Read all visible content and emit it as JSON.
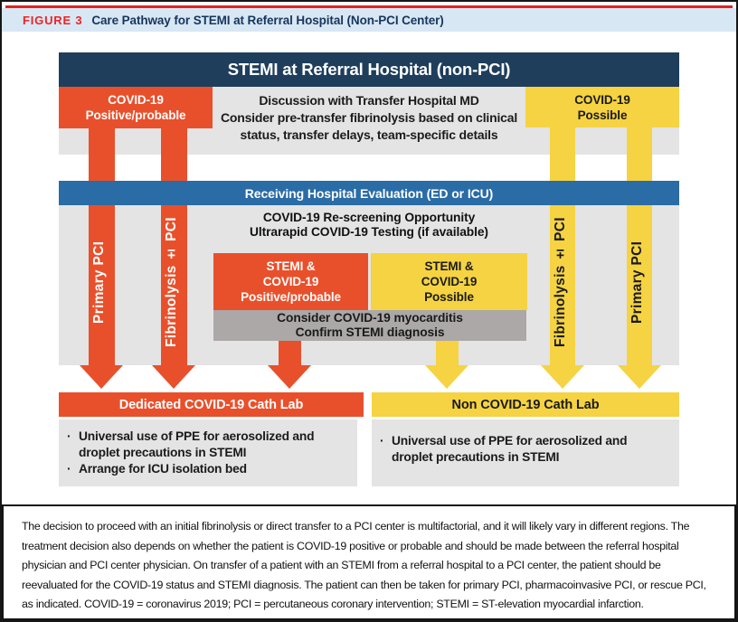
{
  "header": {
    "figure_label": "FIGURE 3",
    "title": "Care Pathway for STEMI at Referral Hospital (Non-PCI Center)"
  },
  "colors": {
    "accent_red_orange": "#e8502c",
    "accent_yellow": "#f5d342",
    "navy_banner": "#1e3e5c",
    "blue_banner": "#2a6ca6",
    "gray_band": "#e4e4e4",
    "gray_note": "#aca8a7",
    "title_strip": "#d8e7f4",
    "figure_label_red": "#ec2426"
  },
  "diagram": {
    "top_banner": "STEMI at Referral Hospital (non-PCI)",
    "covid_positive": {
      "line1": "COVID-19",
      "line2": "Positive/probable"
    },
    "covid_possible": {
      "line1": "COVID-19",
      "line2": "Possible"
    },
    "discussion": {
      "line1": "Discussion with Transfer Hospital MD",
      "line2": "Consider pre-transfer fibrinolysis based on clinical",
      "line3": "status, transfer delays, team-specific details"
    },
    "receiving_banner": "Receiving Hospital Evaluation (ED or ICU)",
    "rescreening": {
      "line1": "COVID-19 Re-screening Opportunity",
      "line2": "Ultrarapid COVID-19 Testing (if available)"
    },
    "stemi_covid_positive": {
      "line1": "STEMI &",
      "line2": "COVID-19",
      "line3": "Positive/probable"
    },
    "stemi_covid_possible": {
      "line1": "STEMI &",
      "line2": "COVID-19",
      "line3": "Possible"
    },
    "myocarditis": {
      "line1": "Consider COVID-19 myocarditis",
      "line2": "Confirm STEMI diagnosis"
    },
    "arrow_labels": {
      "left_outer": "Primary PCI",
      "left_inner": "Fibrinolysis ± PCI",
      "right_inner": "Fibrinolysis ± PCI",
      "right_outer": "Primary PCI"
    },
    "dedicated_lab": {
      "title": "Dedicated COVID-19 Cath Lab",
      "bullets": [
        "Universal use of PPE for aerosolized and droplet precautions in STEMI",
        "Arrange for ICU isolation bed"
      ]
    },
    "non_covid_lab": {
      "title": "Non COVID-19 Cath Lab",
      "bullets": [
        "Universal use of PPE for aerosolized and droplet precautions in STEMI"
      ]
    }
  },
  "caption": "The decision to proceed with an initial fibrinolysis or direct transfer to a PCI center is multifactorial, and it will likely vary in different regions. The treatment decision also depends on whether the patient is COVID-19 positive or probable and should be made between the referral hospital physician and PCI center physician. On transfer of a patient with an STEMI from a referral hospital to a PCI center, the patient should be reevaluated for the COVID-19 status and STEMI diagnosis. The patient can then be taken for primary PCI, pharmacoinvasive PCI, or rescue PCI, as indicated. COVID-19 = coronavirus 2019; PCI = percutaneous coronary intervention; STEMI = ST-elevation myocardial infarction."
}
